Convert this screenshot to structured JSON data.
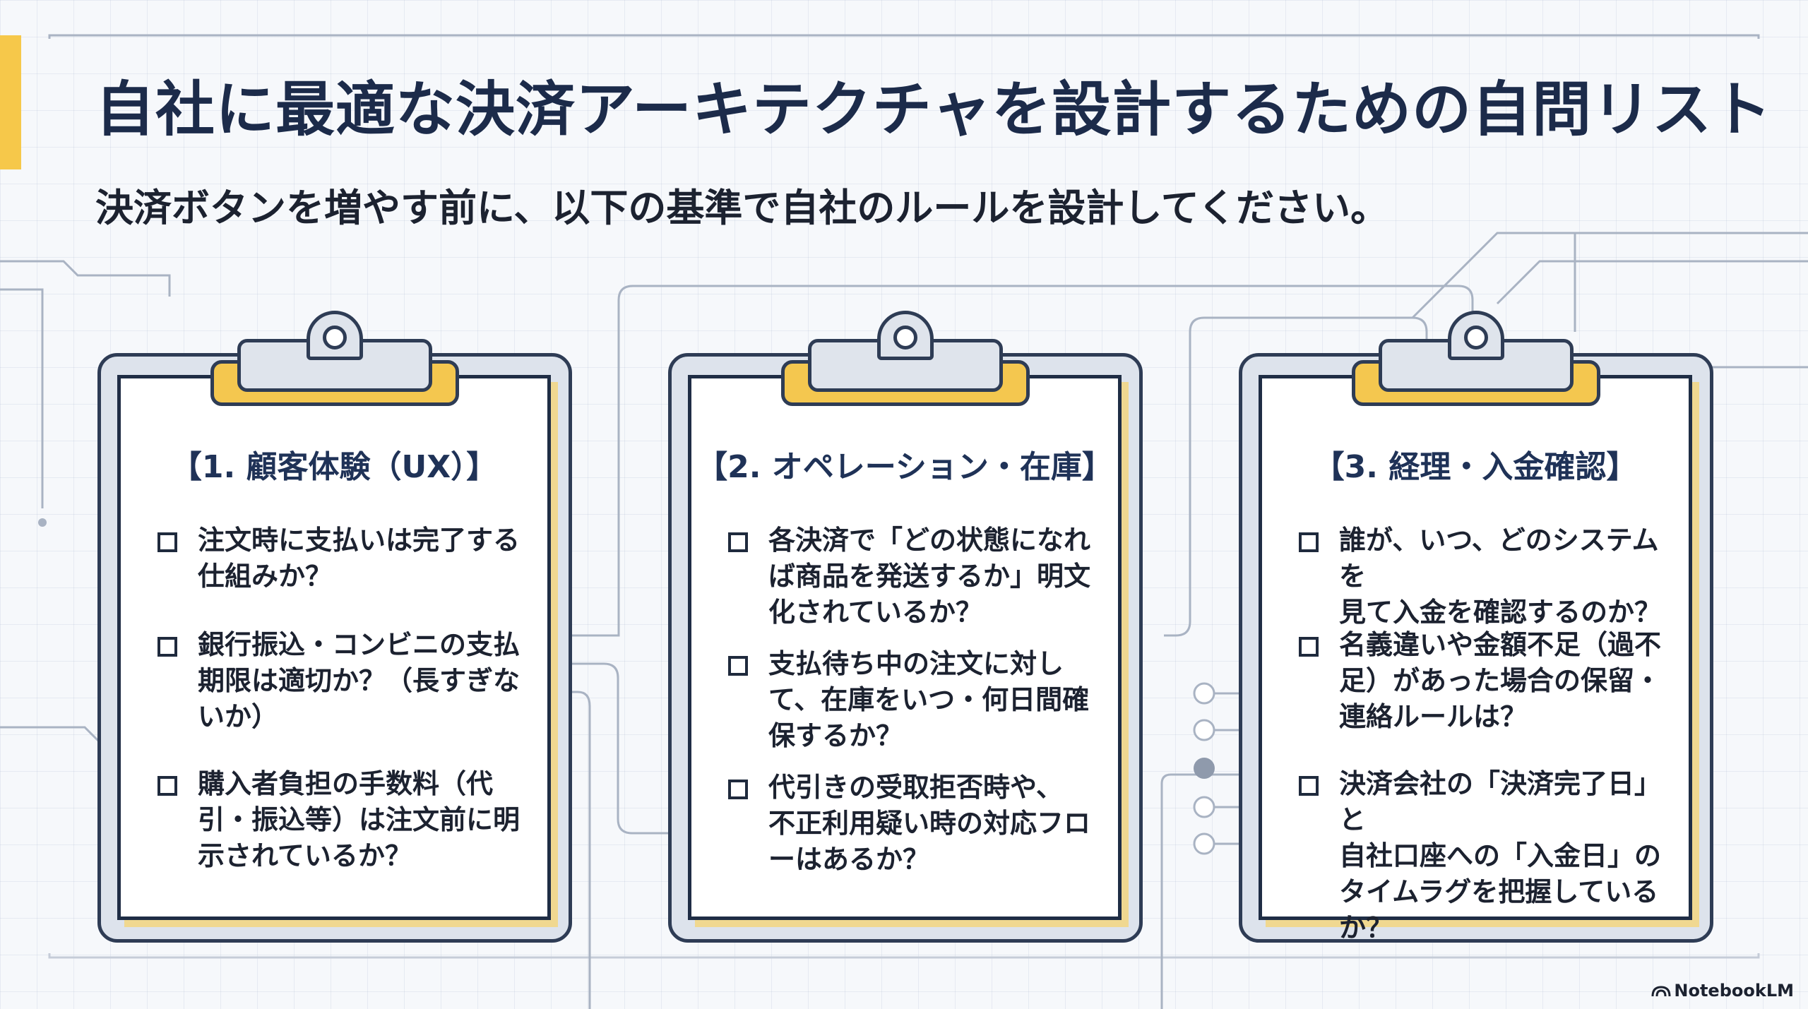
{
  "title": "自社に最適な決済アーキテクチャを設計するための自問リスト",
  "subtitle": "決済ボタンを増やす前に、以下の基準で自社のルールを設計してください。",
  "colors": {
    "accent_yellow": "#f6c84a",
    "navy": "#1c2b4a",
    "paper": "#ffffff",
    "board": "#dde3ec"
  },
  "boards": [
    {
      "title": "【1. 顧客体験（UX）】",
      "items": [
        {
          "text": "注文時に支払いは完了する\n仕組みか？"
        },
        {
          "text": "銀行振込・コンビニの支払\n期限は適切か？（長すぎな\nいか）"
        },
        {
          "text": "購入者負担の手数料（代\n引・振込等）は注文前に明\n示されているか？"
        }
      ]
    },
    {
      "title": "【2. オペレーション・在庫】",
      "items": [
        {
          "text": "各決済で「どの状態になれ\nば商品を発送するか」明文\n化されているか？"
        },
        {
          "text": "支払待ち中の注文に対し\nて、在庫をいつ・何日間確\n保するか？"
        },
        {
          "text": "代引きの受取拒否時や、\n不正利用疑い時の対応フロ\nーはあるか？"
        }
      ]
    },
    {
      "title": "【3. 経理・入金確認】",
      "items": [
        {
          "text": "誰が、いつ、どのシステムを\n見て入金を確認するのか？"
        },
        {
          "text": "名義違いや金額不足（過不\n足）があった場合の保留・\n連絡ルールは？"
        },
        {
          "text": "決済会社の「決済完了日」と\n自社口座への「入金日」の\nタイムラグを把握している\nか？"
        }
      ]
    }
  ],
  "brand": {
    "label": "NotebookLM",
    "icon": "notebooklm-logo-icon"
  }
}
